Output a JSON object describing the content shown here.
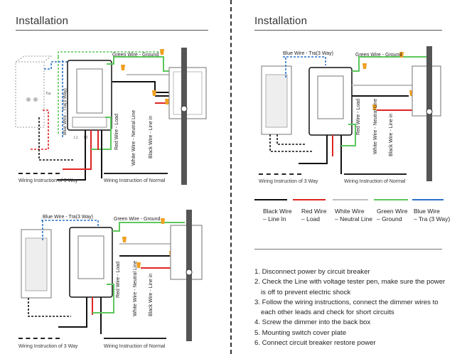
{
  "left_title": "Installation",
  "right_title": "Installation",
  "diagram_labels": {
    "green_ground": "Green Wire - Ground",
    "blue_tra": "Blue Wire - Tra(3 Way)",
    "red_load": "Red Wire - Load",
    "white_neutral": "White Wire - Neutral Line",
    "black_line": "Black Wire - Line in",
    "tra_terminal": "Tra",
    "l1": "L1",
    "l2": "L2"
  },
  "captions": {
    "three_way": "Wiring Instruction of 3 Way",
    "normal": "Wiring Instruction of Normal"
  },
  "legend": [
    {
      "line1": "Black Wire",
      "line2": "– Line In",
      "color": "#111111"
    },
    {
      "line1": "Red Wire",
      "line2": "– Load",
      "color": "#e02424"
    },
    {
      "line1": "White Wire",
      "line2": "– Neutral Line",
      "color": "#bfbfbf"
    },
    {
      "line1": "Green Wire",
      "line2": "– Ground",
      "color": "#5cc75c"
    },
    {
      "line1": "Blue Wire",
      "line2": "– Tra (3 Way)",
      "color": "#2a73c9"
    }
  ],
  "steps": [
    "1. Disconnect power by circuit breaker",
    "2. Check the Line with voltage tester pen, make sure the power",
    "    is off to prevent electric shock",
    "3. Follow the wiring instructions, connect the dimmer wires to",
    "    each other leads and check for short circuits",
    "4. Screw the dimmer into the back box",
    "5. Mounting switch cover plate",
    "6. Connect circuit breaker restore power"
  ],
  "colors": {
    "black": "#111111",
    "red": "#e02424",
    "white_wire": "#bfbfbf",
    "green": "#5cc75c",
    "blue": "#2a73c9",
    "nut": "#f0a020"
  }
}
